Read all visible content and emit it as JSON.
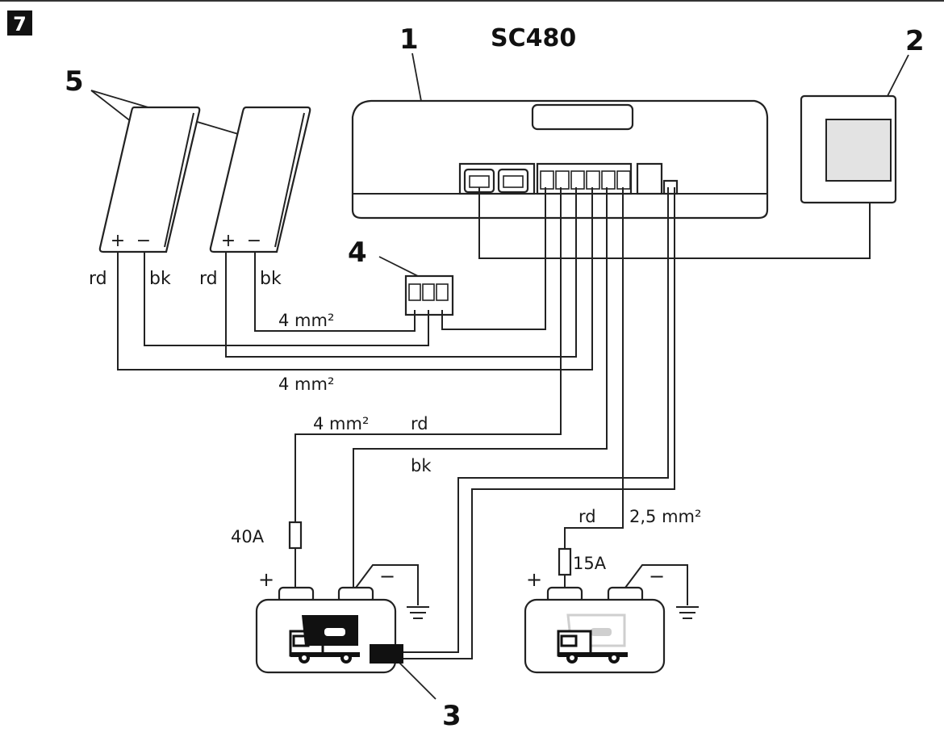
{
  "figure": {
    "number": "7",
    "title": "SC480",
    "callouts": {
      "controller": "1",
      "display": "2",
      "sensor": "3",
      "connector": "4",
      "panels": "5"
    }
  },
  "panels": {
    "plus": "+",
    "minus": "−",
    "red": "rd",
    "black": "bk"
  },
  "wires": {
    "panel_gauge_1": "4 mm²",
    "panel_gauge_2": "4 mm²",
    "battery_gauge": "4 mm²",
    "battery_red": "rd",
    "battery_black": "bk",
    "starter_red": "rd",
    "starter_gauge": "2,5 mm²"
  },
  "batteries": {
    "main_fuse": "40A",
    "starter_fuse": "15A",
    "plus": "+",
    "minus": "−"
  },
  "colors": {
    "stroke": "#222222",
    "screen": "#e3e3e3",
    "fill_dark": "#111111",
    "vehicle_light": "#cfcfcf"
  }
}
